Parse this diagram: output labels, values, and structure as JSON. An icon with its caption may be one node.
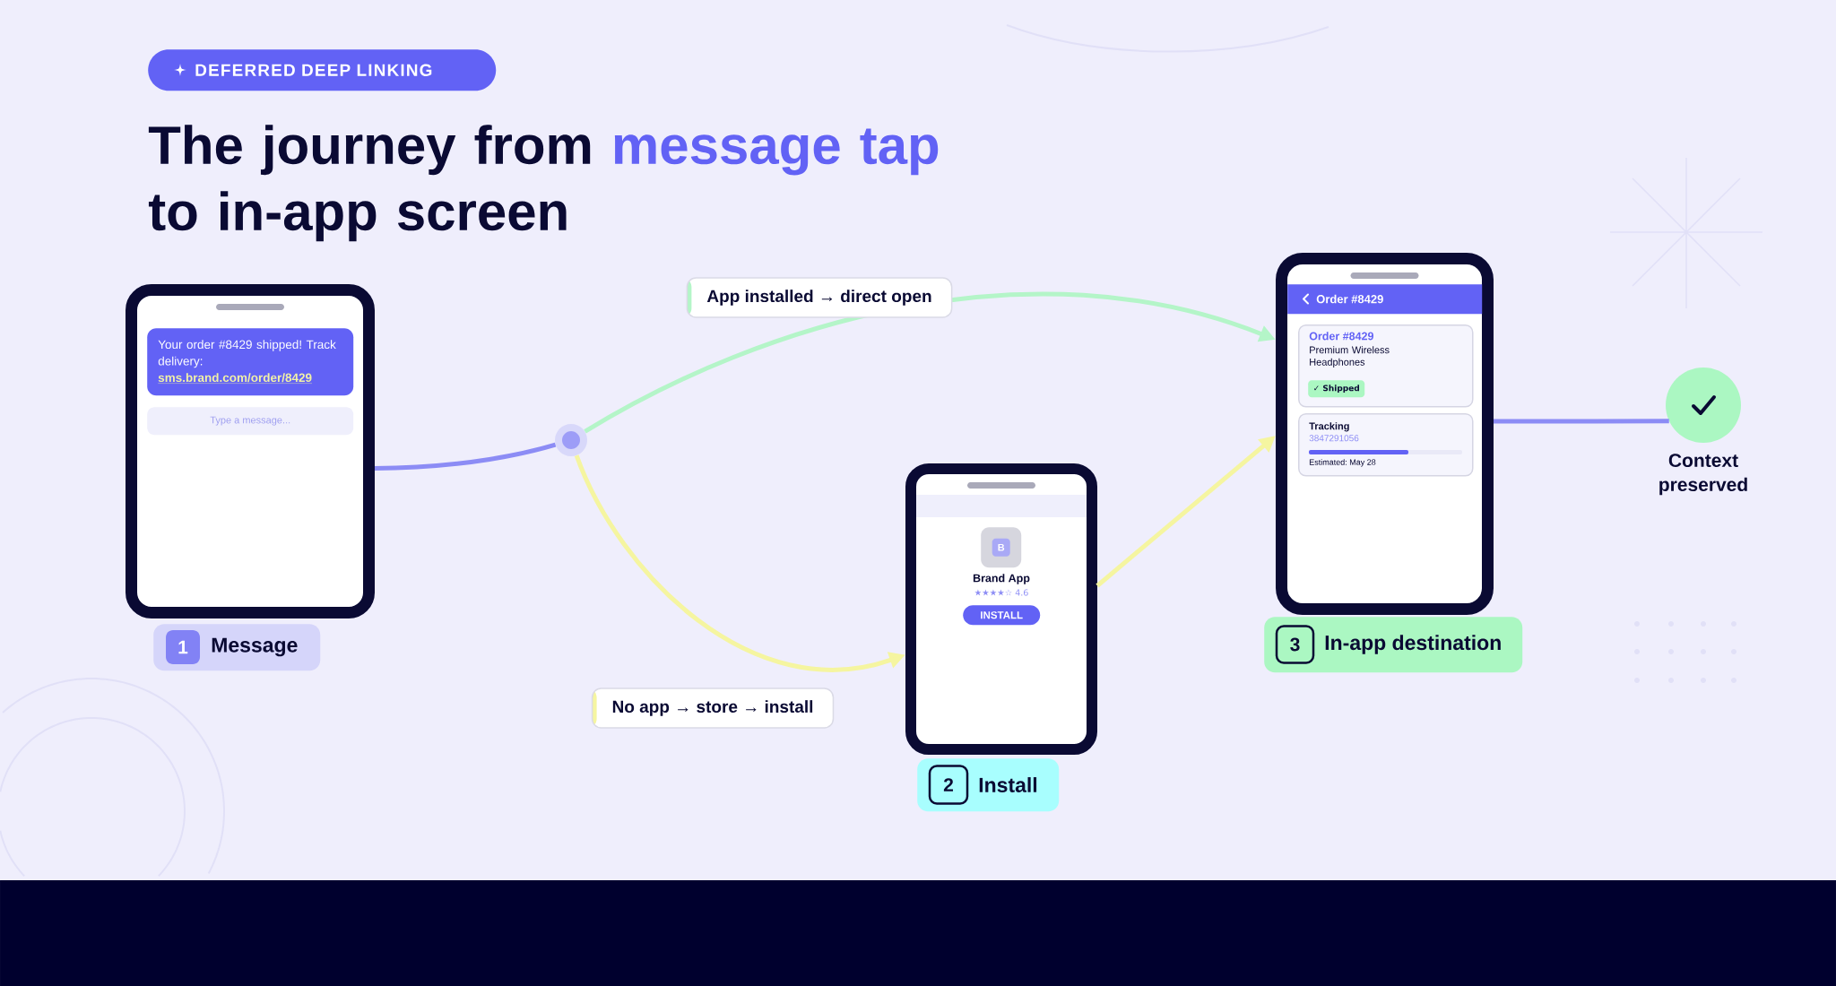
{
  "diagram": {
    "title": "The journey from message tap to in-app screen",
    "nodes": [
      {
        "text": [
          "DEFERRED DEEP LINKING"
        ]
      },
      {
        "text": [],
        "shape": "phone"
      },
      {
        "text": [
          "Your order #8429 shipped! Track delivery:",
          "sms.brand.com/order/8429"
        ],
        "in": 1
      },
      {
        "text": [
          "Type a message..."
        ],
        "in": 1
      },
      {
        "text": [
          "1",
          "Message"
        ]
      },
      {
        "text": [],
        "shape": "circle"
      },
      {
        "text": [],
        "shape": "phone"
      },
      {
        "text": [
          "B"
        ],
        "in": 6
      },
      {
        "text": [
          "INSTALL"
        ],
        "in": 6
      },
      {
        "text": [
          "2",
          "Install"
        ]
      },
      {
        "text": [],
        "shape": "phone"
      },
      {
        "text": [
          "Order #8429"
        ],
        "in": 10
      },
      {
        "text": [
          "Order #8429",
          "Premium Wireless Headphones"
        ],
        "in": 10
      },
      {
        "text": [
          "✓ Shipped"
        ],
        "in": 12
      },
      {
        "text": [
          "Tracking",
          "3847291056",
          "Estimated: May 28"
        ],
        "in": 10
      },
      {
        "text": [
          "3",
          "In-app destination"
        ]
      },
      {
        "text": [],
        "shape": "circle",
        "beside": [
          "Context preserved"
        ]
      }
    ],
    "edges": [
      {
        "from": 1,
        "to": 5,
        "arrow": "none",
        "color": "#8c8cf5"
      },
      {
        "from": 5,
        "to": 10,
        "arrow": "to",
        "label": "App installed → direct open",
        "color": "#b4f5c8"
      },
      {
        "from": 5,
        "to": 6,
        "arrow": "to",
        "label": "No app → store → install",
        "color": "#f5f5a0"
      },
      {
        "from": 6,
        "to": 10,
        "arrow": "to",
        "color": "#f5f5a0"
      },
      {
        "from": 10,
        "to": 16,
        "arrow": "none",
        "color": "#8c8cf5"
      }
    ],
    "labels": [
      "Brand App",
      "★★★★☆ 4.6"
    ]
  }
}
